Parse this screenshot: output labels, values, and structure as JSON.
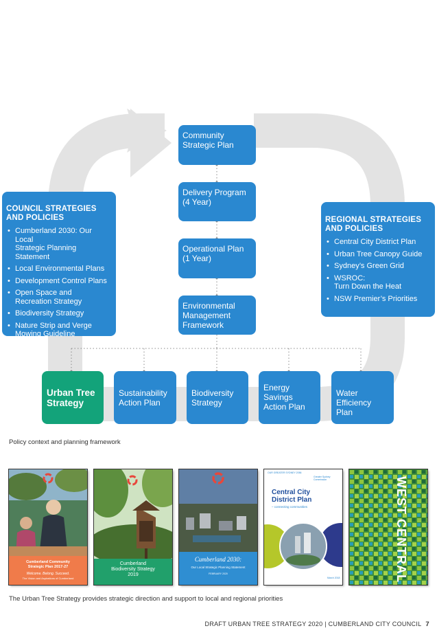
{
  "center_flow": {
    "community": "Community\nStrategic Plan",
    "delivery": "Delivery Program\n(4 Year)",
    "operational": "Operational Plan\n(1 Year)",
    "environmental": "Environmental\nManagement\nFramework"
  },
  "council": {
    "title": "COUNCIL STRATEGIES\nAND POLICIES",
    "items": [
      "Cumberland 2030: Our Local\nStrategic Planning Statement",
      "Local Environmental Plans",
      "Development Control Plans",
      "Open Space and\nRecreation Strategy",
      "Biodiversity Strategy",
      "Nature Strip and Verge\nMowing Guideline"
    ]
  },
  "regional": {
    "title": "REGIONAL STRATEGIES\nAND POLICIES",
    "items": [
      "Central City District Plan",
      "Urban Tree Canopy Guide",
      "Sydney’s Green Grid",
      "WSROC:\nTurn Down the Heat",
      "NSW Premier’s Priorities"
    ]
  },
  "bottom_boxes": [
    "Urban Tree\nStrategy",
    "Sustainability\nAction Plan",
    "Biodiversity\nStrategy",
    "Energy\nSavings\nAction Plan",
    "Water\nEfficiency Plan"
  ],
  "colors": {
    "blue": "#2a88d0",
    "green": "#13a37a",
    "arrow_grey": "#e3e3e3"
  },
  "caption1": "Policy context and planning framework",
  "caption2": "The Urban Tree Strategy provides strategic direction and support to local and regional priorities",
  "covers": {
    "c1": {
      "title": "Cumberland Community\nStrategic Plan 2017-27",
      "tagline": "Welcome. Belong. Succeed.",
      "sub": "The Vision and Aspirations of Cumberland"
    },
    "c2": {
      "title": "Cumberland\nBiodiversity Strategy\n2019"
    },
    "c3": {
      "title": "Cumberland 2030:",
      "sub": "Our Local Strategic Planning Statement",
      "date": "FEBRUARY 2020"
    },
    "c4": {
      "top": "OUR GREATER SYDNEY 2056",
      "brand": "Greater Sydney\nCommission",
      "title": "Central City\nDistrict Plan",
      "sub": "– connecting communities",
      "date": "March 2018"
    },
    "c5": {
      "title": "WEST CENTRAL"
    }
  },
  "footer": {
    "text": "DRAFT URBAN TREE STRATEGY 2020  |  CUMBERLAND CITY COUNCIL",
    "page": "7"
  }
}
